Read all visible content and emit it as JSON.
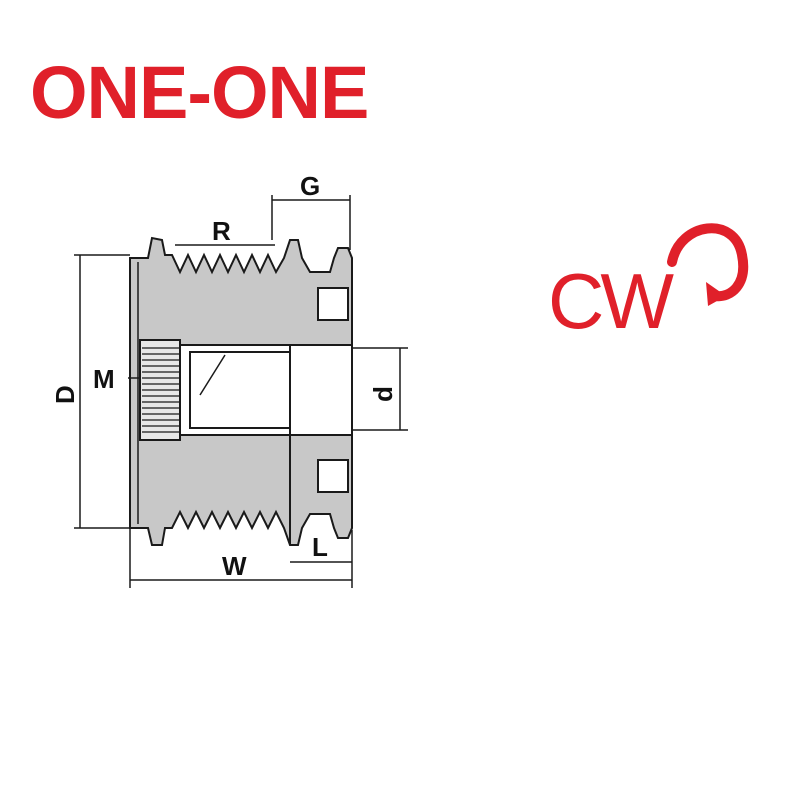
{
  "brand": {
    "text": "ONE-ONE",
    "color": "#e0202a"
  },
  "dimensions": {
    "G": "G",
    "R": "R",
    "M": "M",
    "D": "D",
    "d": "d",
    "W": "W",
    "L": "L"
  },
  "rotation": {
    "text": "CW",
    "color": "#e0202a",
    "icon": "clockwise-arrow-icon"
  },
  "colors": {
    "body": "#c8c8c8",
    "stroke": "#1a1a1a"
  }
}
